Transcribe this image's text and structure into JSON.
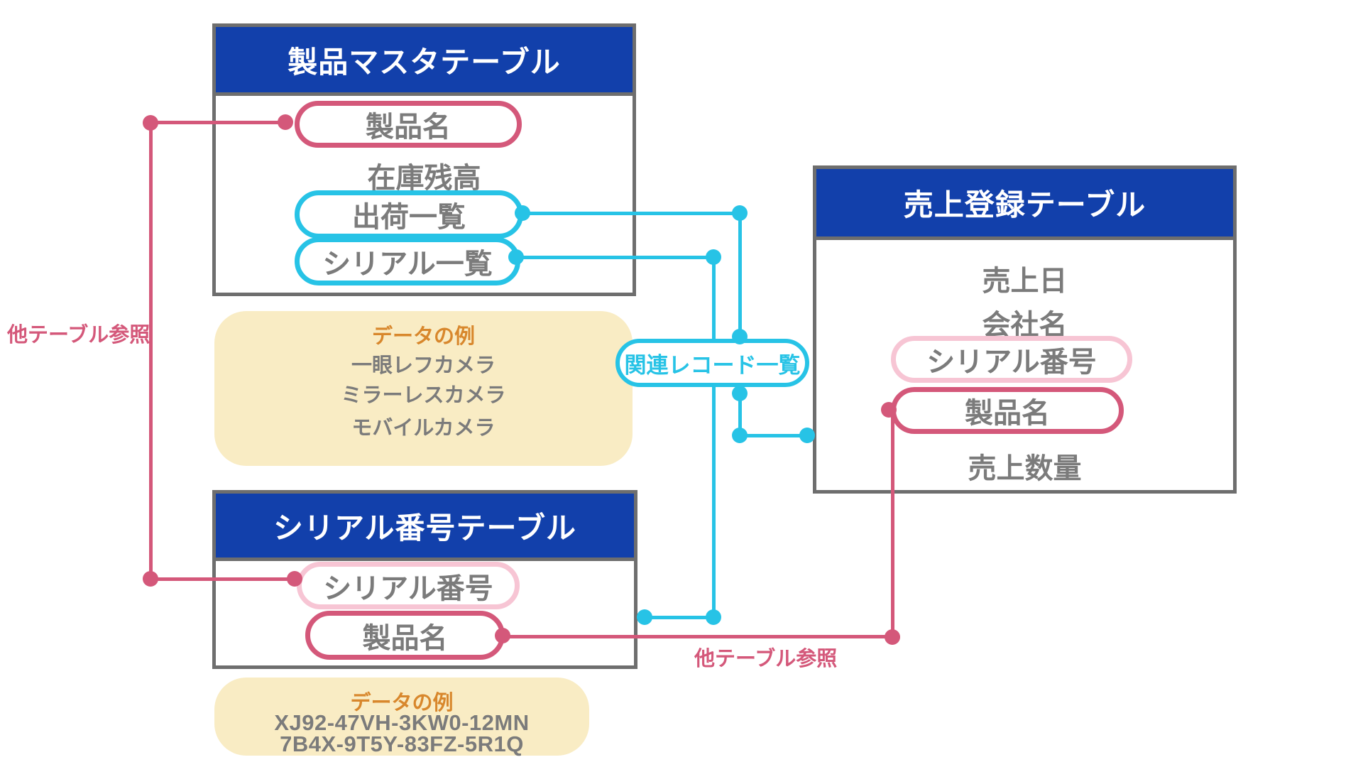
{
  "tables": {
    "product_master": {
      "title": "製品マスタテーブル",
      "fields": {
        "product_name": "製品名",
        "stock_balance": "在庫残高",
        "shipping_list": "出荷一覧",
        "serial_list": "シリアル一覧"
      }
    },
    "sales_entry": {
      "title": "売上登録テーブル",
      "fields": {
        "sales_date": "売上日",
        "company_name": "会社名",
        "serial_number": "シリアル番号",
        "product_name": "製品名",
        "sales_quantity": "売上数量"
      }
    },
    "serial_number": {
      "title": "シリアル番号テーブル",
      "fields": {
        "serial_number": "シリアル番号",
        "product_name": "製品名"
      }
    }
  },
  "example_boxes": {
    "product_examples": {
      "title": "データの例",
      "items": [
        "一眼レフカメラ",
        "ミラーレスカメラ",
        "モバイルカメラ"
      ]
    },
    "serial_examples": {
      "title": "データの例",
      "items": [
        "XJ92-47VH-3KW0-12MN",
        "7B4X-9T5Y-83FZ-5R1Q"
      ]
    }
  },
  "connector_labels": {
    "related_records": "関連レコード一覧",
    "other_table_ref_left": "他テーブル参照",
    "other_table_ref_bottom": "他テーブル参照"
  },
  "colors": {
    "header_blue": "#1240ab",
    "table_border_gray": "#6e6e6e",
    "field_text_gray": "#7b7b7b",
    "cyan_accent": "#27c3e6",
    "pink_accent": "#d4587a",
    "light_pink_accent": "#f7c5d4",
    "example_box_yellow": "#f9ecc4",
    "example_title_orange": "#d8872c"
  }
}
